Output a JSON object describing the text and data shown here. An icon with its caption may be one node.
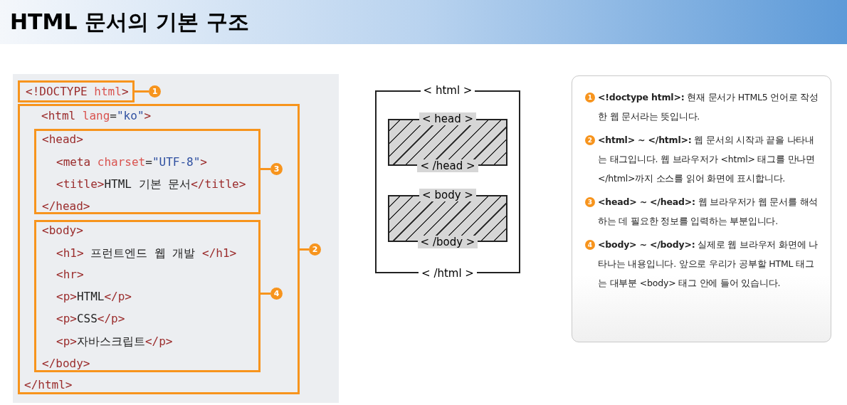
{
  "diagram": {
    "title": "HTML 문서의 기본 구조",
    "nodes": [
      {
        "text": [
          "<!DOCTYPE html>"
        ]
      },
      {
        "text": [
          "1"
        ]
      },
      {
        "text": [
          "<html lang=\"ko\">",
          "</html>"
        ]
      },
      {
        "text": [
          "<head>",
          "<meta charset=\"UTF-8\">",
          "<title>HTML 기본 문서</title>",
          "</head>"
        ],
        "in": 2
      },
      {
        "text": [
          "3"
        ],
        "in": 2
      },
      {
        "text": [
          "<body>",
          "<h1> 프런트엔드 웹 개발 </h1>",
          "<hr>",
          "<p>HTML</p>",
          "<p>CSS</p>",
          "<p>자바스크립트</p>",
          "</body>"
        ],
        "in": 2
      },
      {
        "text": [
          "4"
        ],
        "in": 2
      },
      {
        "text": [
          "2"
        ]
      },
      {
        "text": [
          "< html >",
          "< /html >"
        ]
      },
      {
        "text": [
          "< head >",
          "< /head >"
        ],
        "in": 8
      },
      {
        "text": [
          "< body >",
          "< /body >"
        ],
        "in": 8
      },
      {
        "text": [
          "1",
          "**<!doctype html>:** 현재 문서가 HTML5 언어로 작성한 웹 문서라는 뜻입니다.",
          "2",
          "**<html> ~ </html>:** 웹 문서의 시작과 끝을 나타내는 태그입니다. 웹 브라우저가 <html> 태그를 만나면 </html>까지 소스를 읽어 화면에 표시합니다.",
          "3",
          "**<head> ~ </head>:** 웹 브라우저가 웹 문서를 해석하는 데 필요한 정보를 입력하는 부분입니다.",
          "4",
          "**<body> ~ </body>:** 실제로 웹 브라우저 화면에 나타나는 내용입니다. 앞으로 우리가 공부할 HTML 태그는 대부분 <body> 태그 안에 들어 있습니다."
        ]
      }
    ],
    "edges": [
      {
        "from": 1,
        "to": 0,
        "arrow": "none"
      },
      {
        "from": 4,
        "to": 3,
        "arrow": "none"
      },
      {
        "from": 6,
        "to": 5,
        "arrow": "none"
      },
      {
        "from": 7,
        "to": 2,
        "arrow": "none"
      }
    ]
  }
}
